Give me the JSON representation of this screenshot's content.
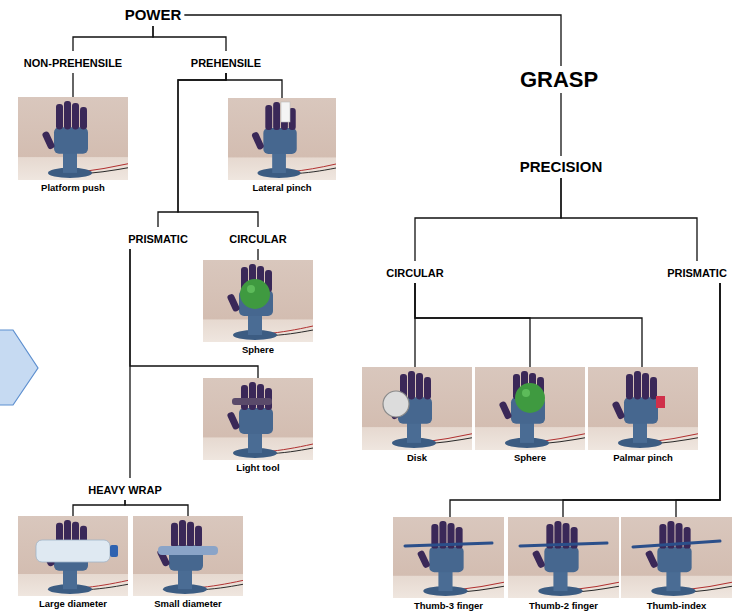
{
  "diagram": {
    "nodes": [
      {
        "text": [
          "POWER"
        ]
      },
      {
        "text": [
          "NON-PREHENSILE"
        ]
      },
      {
        "text": [
          "PREHENSILE"
        ]
      },
      {
        "text": [
          "Platform push"
        ]
      },
      {
        "text": [
          "Lateral pinch"
        ]
      },
      {
        "text": [
          "GRASP"
        ]
      },
      {
        "text": [
          "PRECISION"
        ]
      },
      {
        "text": [
          "PRISMATIC"
        ]
      },
      {
        "text": [
          "CIRCULAR"
        ]
      },
      {
        "text": [
          "Sphere"
        ]
      },
      {
        "text": [
          "Light tool"
        ]
      },
      {
        "text": [
          "HEAVY WRAP"
        ]
      },
      {
        "text": [
          "Large diameter"
        ]
      },
      {
        "text": [
          "Small diameter"
        ]
      },
      {
        "text": [
          "CIRCULAR"
        ]
      },
      {
        "text": [
          "PRISMATIC"
        ]
      },
      {
        "text": [
          "Disk"
        ]
      },
      {
        "text": [
          "Sphere"
        ]
      },
      {
        "text": [
          "Palmar pinch"
        ]
      },
      {
        "text": [
          "Thumb-3 finger"
        ]
      },
      {
        "text": [
          "Thumb-2 finger"
        ]
      },
      {
        "text": [
          "Thumb-index"
        ]
      }
    ],
    "edges": [
      {
        "from": 0,
        "to": 1,
        "arrow": "none"
      },
      {
        "from": 0,
        "to": 2,
        "arrow": "none"
      },
      {
        "from": 0,
        "to": 5,
        "arrow": "none"
      },
      {
        "from": 5,
        "to": 6,
        "arrow": "none"
      },
      {
        "from": 1,
        "to": 3,
        "arrow": "none"
      },
      {
        "from": 2,
        "to": 4,
        "arrow": "none"
      },
      {
        "from": 2,
        "to": 7,
        "arrow": "none"
      },
      {
        "from": 2,
        "to": 8,
        "arrow": "none"
      },
      {
        "from": 8,
        "to": 9,
        "arrow": "none"
      },
      {
        "from": 7,
        "to": 10,
        "arrow": "none"
      },
      {
        "from": 7,
        "to": 11,
        "arrow": "none"
      },
      {
        "from": 11,
        "to": 12,
        "arrow": "none"
      },
      {
        "from": 11,
        "to": 13,
        "arrow": "none"
      },
      {
        "from": 6,
        "to": 14,
        "arrow": "none"
      },
      {
        "from": 6,
        "to": 15,
        "arrow": "none"
      },
      {
        "from": 14,
        "to": 16,
        "arrow": "none"
      },
      {
        "from": 14,
        "to": 17,
        "arrow": "none"
      },
      {
        "from": 14,
        "to": 18,
        "arrow": "none"
      },
      {
        "from": 15,
        "to": 19,
        "arrow": "none"
      },
      {
        "from": 15,
        "to": 20,
        "arrow": "none"
      },
      {
        "from": 15,
        "to": 21,
        "arrow": "none"
      }
    ]
  }
}
